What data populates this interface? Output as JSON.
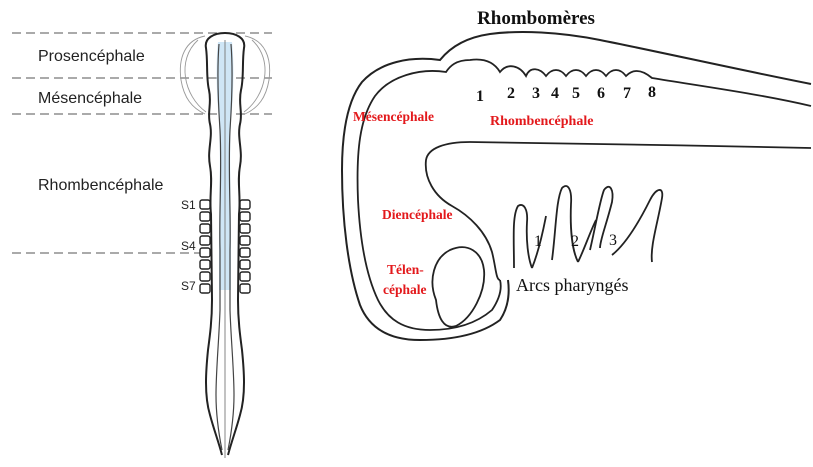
{
  "left_panel": {
    "regions": [
      "Prosencéphale",
      "Mésencéphale",
      "Rhombencéphale"
    ],
    "somites": [
      "S1",
      "S4",
      "S7"
    ],
    "lumen_color": "#cfe6f6"
  },
  "right_panel": {
    "title": "Rhombomères",
    "rhombomere_numbers": [
      "1",
      "2",
      "3",
      "4",
      "5",
      "6",
      "7",
      "8"
    ],
    "regions": {
      "mesencephale": "Mésencéphale",
      "rhombencephale": "Rhombencéphale",
      "diencephale": "Diencéphale",
      "telencephale_line1": "Télen-",
      "telencephale_line2": "céphale"
    },
    "arch_numbers": [
      "1",
      "2",
      "3"
    ],
    "arches_label": "Arcs pharyngés",
    "label_color": "#e3191c"
  }
}
